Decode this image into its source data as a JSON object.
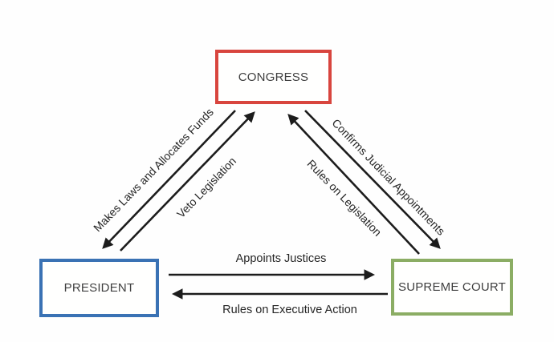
{
  "diagram": {
    "type": "checks-and-balances-triangle",
    "nodes": {
      "congress": {
        "label": "CONGRESS",
        "border_color": "#d8453e"
      },
      "president": {
        "label": "PRESIDENT",
        "border_color": "#3a72b4"
      },
      "supreme_court": {
        "label": "SUPREME COURT",
        "border_color": "#8bad64"
      }
    },
    "edges": {
      "makes_laws": {
        "from": "CONGRESS",
        "to": "PRESIDENT",
        "label": "Makes Laws and Allocates Funds"
      },
      "veto": {
        "from": "PRESIDENT",
        "to": "CONGRESS",
        "label": "Veto Legislation"
      },
      "confirms": {
        "from": "CONGRESS",
        "to": "SUPREME COURT",
        "label": "Confirms Judicial Appointments"
      },
      "rules_on_leg": {
        "from": "SUPREME COURT",
        "to": "CONGRESS",
        "label": "Rules on Legislation"
      },
      "appoints": {
        "from": "PRESIDENT",
        "to": "SUPREME COURT",
        "label": "Appoints Justices"
      },
      "rules_on_exec": {
        "from": "SUPREME COURT",
        "to": "PRESIDENT",
        "label": "Rules on Executive Action"
      }
    },
    "colors": {
      "arrow": "#1c1c1c",
      "text": "#262626",
      "background": "#fefefe"
    }
  }
}
